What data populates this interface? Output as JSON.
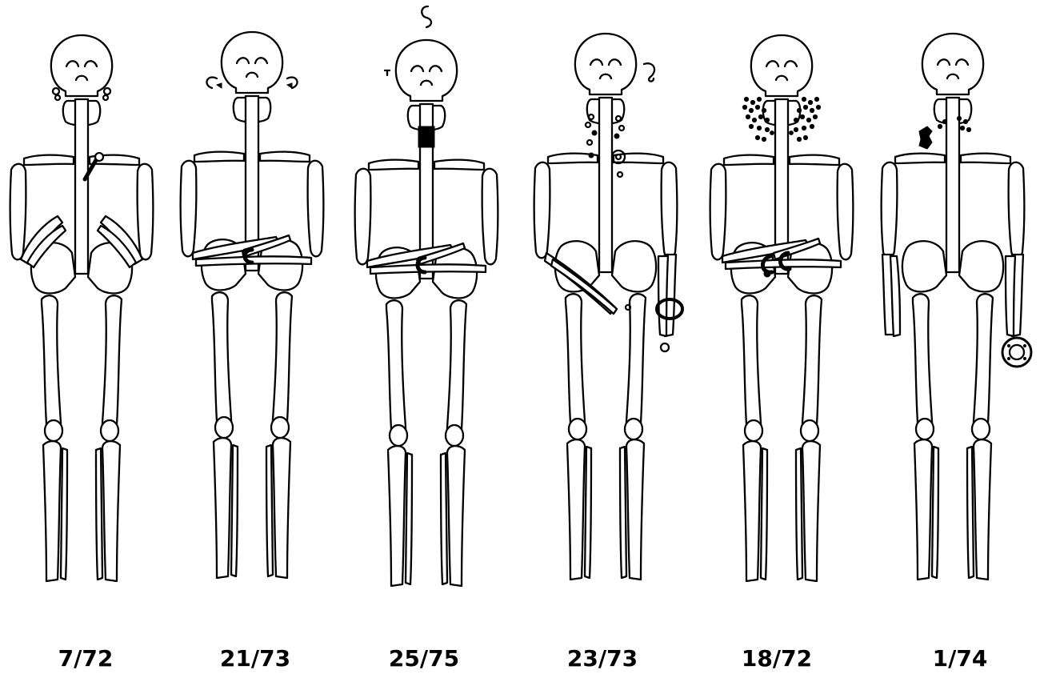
{
  "figure": {
    "burials": [
      {
        "label": "7/72"
      },
      {
        "label": "21/73"
      },
      {
        "label": "25/75"
      },
      {
        "label": "23/73"
      },
      {
        "label": "18/72"
      },
      {
        "label": "1/74"
      }
    ]
  }
}
